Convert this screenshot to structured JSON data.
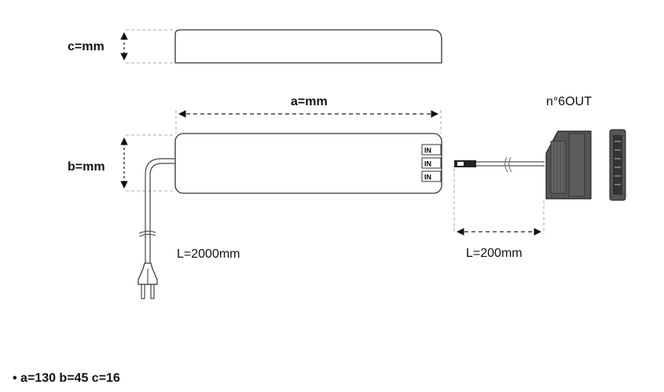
{
  "labels": {
    "c": "c=mm",
    "a": "a=mm",
    "b": "b=mm",
    "in_ports": [
      "IN",
      "IN",
      "IN"
    ],
    "outputs": "n°6OUT",
    "cable_main": "L=2000mm",
    "cable_out": "L=200mm"
  },
  "specs": "• a=130 b=45 c=16"
}
